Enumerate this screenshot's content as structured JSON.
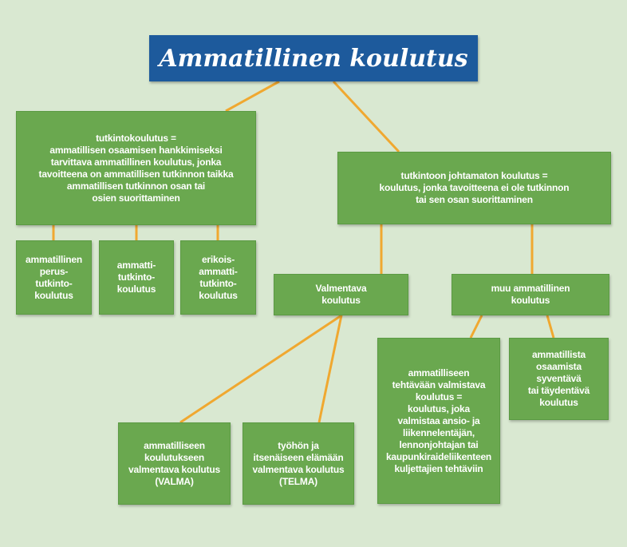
{
  "title": "Ammatillinen koulutus",
  "colors": {
    "background": "#d9e8d1",
    "title_box": "#1d5a9c",
    "node_box": "#6aa84f",
    "connector": "#f0a830",
    "text": "#ffffff"
  },
  "nodes": {
    "tutkintokoulutus": "tutkintokoulutus =\nammatillisen osaamisen hankkimiseksi\ntarvittava ammatillinen koulutus, jonka\ntavoitteena on ammatillisen tutkinnon taikka\nammatillisen tutkinnon osan tai\nosien suorittaminen",
    "perustutkintokoulutus": "ammatillinen\nperus-\ntutkinto-\nkoulutus",
    "ammattitutkintokoulutus": "ammatti-\ntutkinto-\nkoulutus",
    "erikoisammattitutkintokoulutus": "erikois-\nammatti-\ntutkinto-\nkoulutus",
    "tutkintoon_johtamaton": "tutkintoon johtamaton koulutus =\nkoulutus, jonka tavoitteena ei ole tutkinnon\ntai sen osan suorittaminen",
    "valmentava": "Valmentava\nkoulutus",
    "muu_ammatillinen": "muu ammatillinen\nkoulutus",
    "valma": "ammatilliseen\nkoulutukseen\nvalmentava koulutus\n(VALMA)",
    "telma": "työhön ja\nitsenäiseen elämään\nvalmentava koulutus\n(TELMA)",
    "tehtavaan_valmistava": "ammatilliseen\ntehtävään valmistava\nkoulutus =\nkoulutus, joka\nvalmistaa ansio- ja\nliikennelentäjän,\nlennonjohtajan tai\nkaupunkiraideliikenteen\nkuljettajien tehtäviin",
    "syventava": "ammatillista\nosaamista syventävä\ntai täydentävä\nkoulutus"
  }
}
